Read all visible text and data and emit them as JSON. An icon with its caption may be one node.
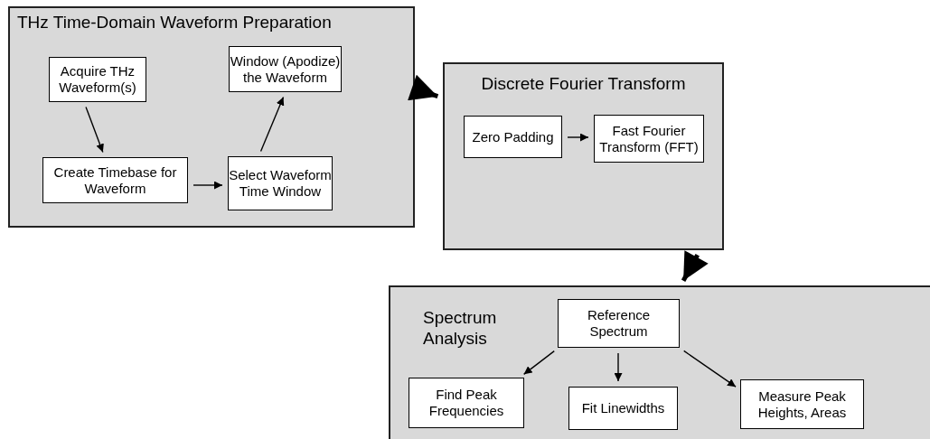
{
  "diagram": {
    "nodes": [
      {
        "text": [
          "THz Time-Domain Waveform Preparation"
        ]
      },
      {
        "text": [
          "Acquire THz Waveform(s)"
        ],
        "in": 0
      },
      {
        "text": [
          "Create Timebase for Waveform"
        ],
        "in": 0
      },
      {
        "text": [
          "Select Waveform Time Window"
        ],
        "in": 0
      },
      {
        "text": [
          "Window (Apodize) the Waveform"
        ],
        "in": 0
      },
      {
        "text": [
          "Discrete Fourier Transform"
        ]
      },
      {
        "text": [
          "Zero Padding"
        ],
        "in": 5
      },
      {
        "text": [
          "Fast Fourier Transform (FFT)"
        ],
        "in": 5
      },
      {
        "text": [
          "Spectrum Analysis"
        ]
      },
      {
        "text": [
          "Reference Spectrum"
        ],
        "in": 8
      },
      {
        "text": [
          "Find Peak Frequencies"
        ],
        "in": 8
      },
      {
        "text": [
          "Fit Linewidths"
        ],
        "in": 8
      },
      {
        "text": [
          "Measure Peak Heights, Areas"
        ],
        "in": 8
      }
    ],
    "edges": [
      {
        "from": 1,
        "to": 2,
        "arrow": "to"
      },
      {
        "from": 2,
        "to": 3,
        "arrow": "to"
      },
      {
        "from": 3,
        "to": 4,
        "arrow": "to"
      },
      {
        "from": 0,
        "to": 5,
        "arrow": "to",
        "style": "thick"
      },
      {
        "from": 6,
        "to": 7,
        "arrow": "to"
      },
      {
        "from": 5,
        "to": 8,
        "arrow": "to",
        "style": "thick"
      },
      {
        "from": 9,
        "to": 10,
        "arrow": "to"
      },
      {
        "from": 9,
        "to": 11,
        "arrow": "to"
      },
      {
        "from": 9,
        "to": 12,
        "arrow": "to"
      }
    ]
  }
}
